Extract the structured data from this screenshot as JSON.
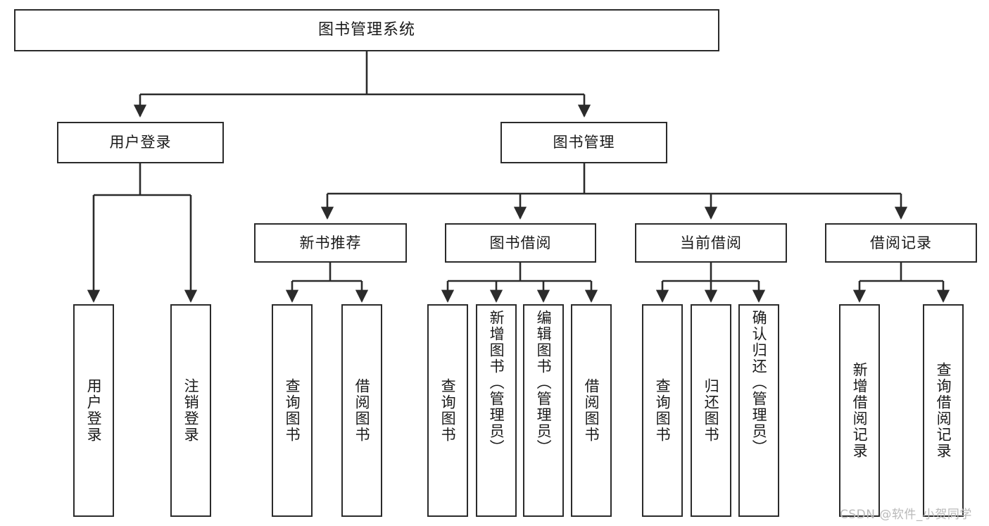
{
  "diagram": {
    "type": "tree-hierarchy",
    "title": "图书管理系统",
    "root": {
      "label": "图书管理系统"
    },
    "level2": [
      {
        "id": "user-login",
        "label": "用户登录"
      },
      {
        "id": "book-management",
        "label": "图书管理"
      }
    ],
    "level3": [
      {
        "id": "new-book-recommend",
        "label": "新书推荐",
        "parent": "book-management"
      },
      {
        "id": "book-borrow",
        "label": "图书借阅",
        "parent": "book-management"
      },
      {
        "id": "current-borrow",
        "label": "当前借阅",
        "parent": "book-management"
      },
      {
        "id": "borrow-record",
        "label": "借阅记录",
        "parent": "book-management"
      }
    ],
    "leaves": [
      {
        "id": "leaf-user-login",
        "label": "用户登录",
        "parent": "user-login"
      },
      {
        "id": "leaf-logout-login",
        "label": "注销登录",
        "parent": "user-login"
      },
      {
        "id": "leaf-query-book-1",
        "label": "查询图书",
        "parent": "new-book-recommend"
      },
      {
        "id": "leaf-borrow-book-1",
        "label": "借阅图书",
        "parent": "new-book-recommend"
      },
      {
        "id": "leaf-query-book-2",
        "label": "查询图书",
        "parent": "book-borrow"
      },
      {
        "id": "leaf-add-book",
        "label": "新增图书（管理员）",
        "parent": "book-borrow"
      },
      {
        "id": "leaf-edit-book",
        "label": "编辑图书（管理员）",
        "parent": "book-borrow"
      },
      {
        "id": "leaf-borrow-book-2",
        "label": "借阅图书",
        "parent": "book-borrow"
      },
      {
        "id": "leaf-query-book-3",
        "label": "查询图书",
        "parent": "current-borrow"
      },
      {
        "id": "leaf-return-book",
        "label": "归还图书",
        "parent": "current-borrow"
      },
      {
        "id": "leaf-confirm-return",
        "label": "确认归还（管理员）",
        "parent": "current-borrow"
      },
      {
        "id": "leaf-add-record",
        "label": "新增借阅记录",
        "parent": "borrow-record"
      },
      {
        "id": "leaf-query-record",
        "label": "查询借阅记录",
        "parent": "borrow-record"
      }
    ],
    "watermark": "CSDN @软件_小贺同学",
    "colors": {
      "stroke": "#2b2b2b",
      "fill": "#ffffff",
      "text": "#1a1a1a",
      "watermark": "#b9b9b9"
    }
  }
}
